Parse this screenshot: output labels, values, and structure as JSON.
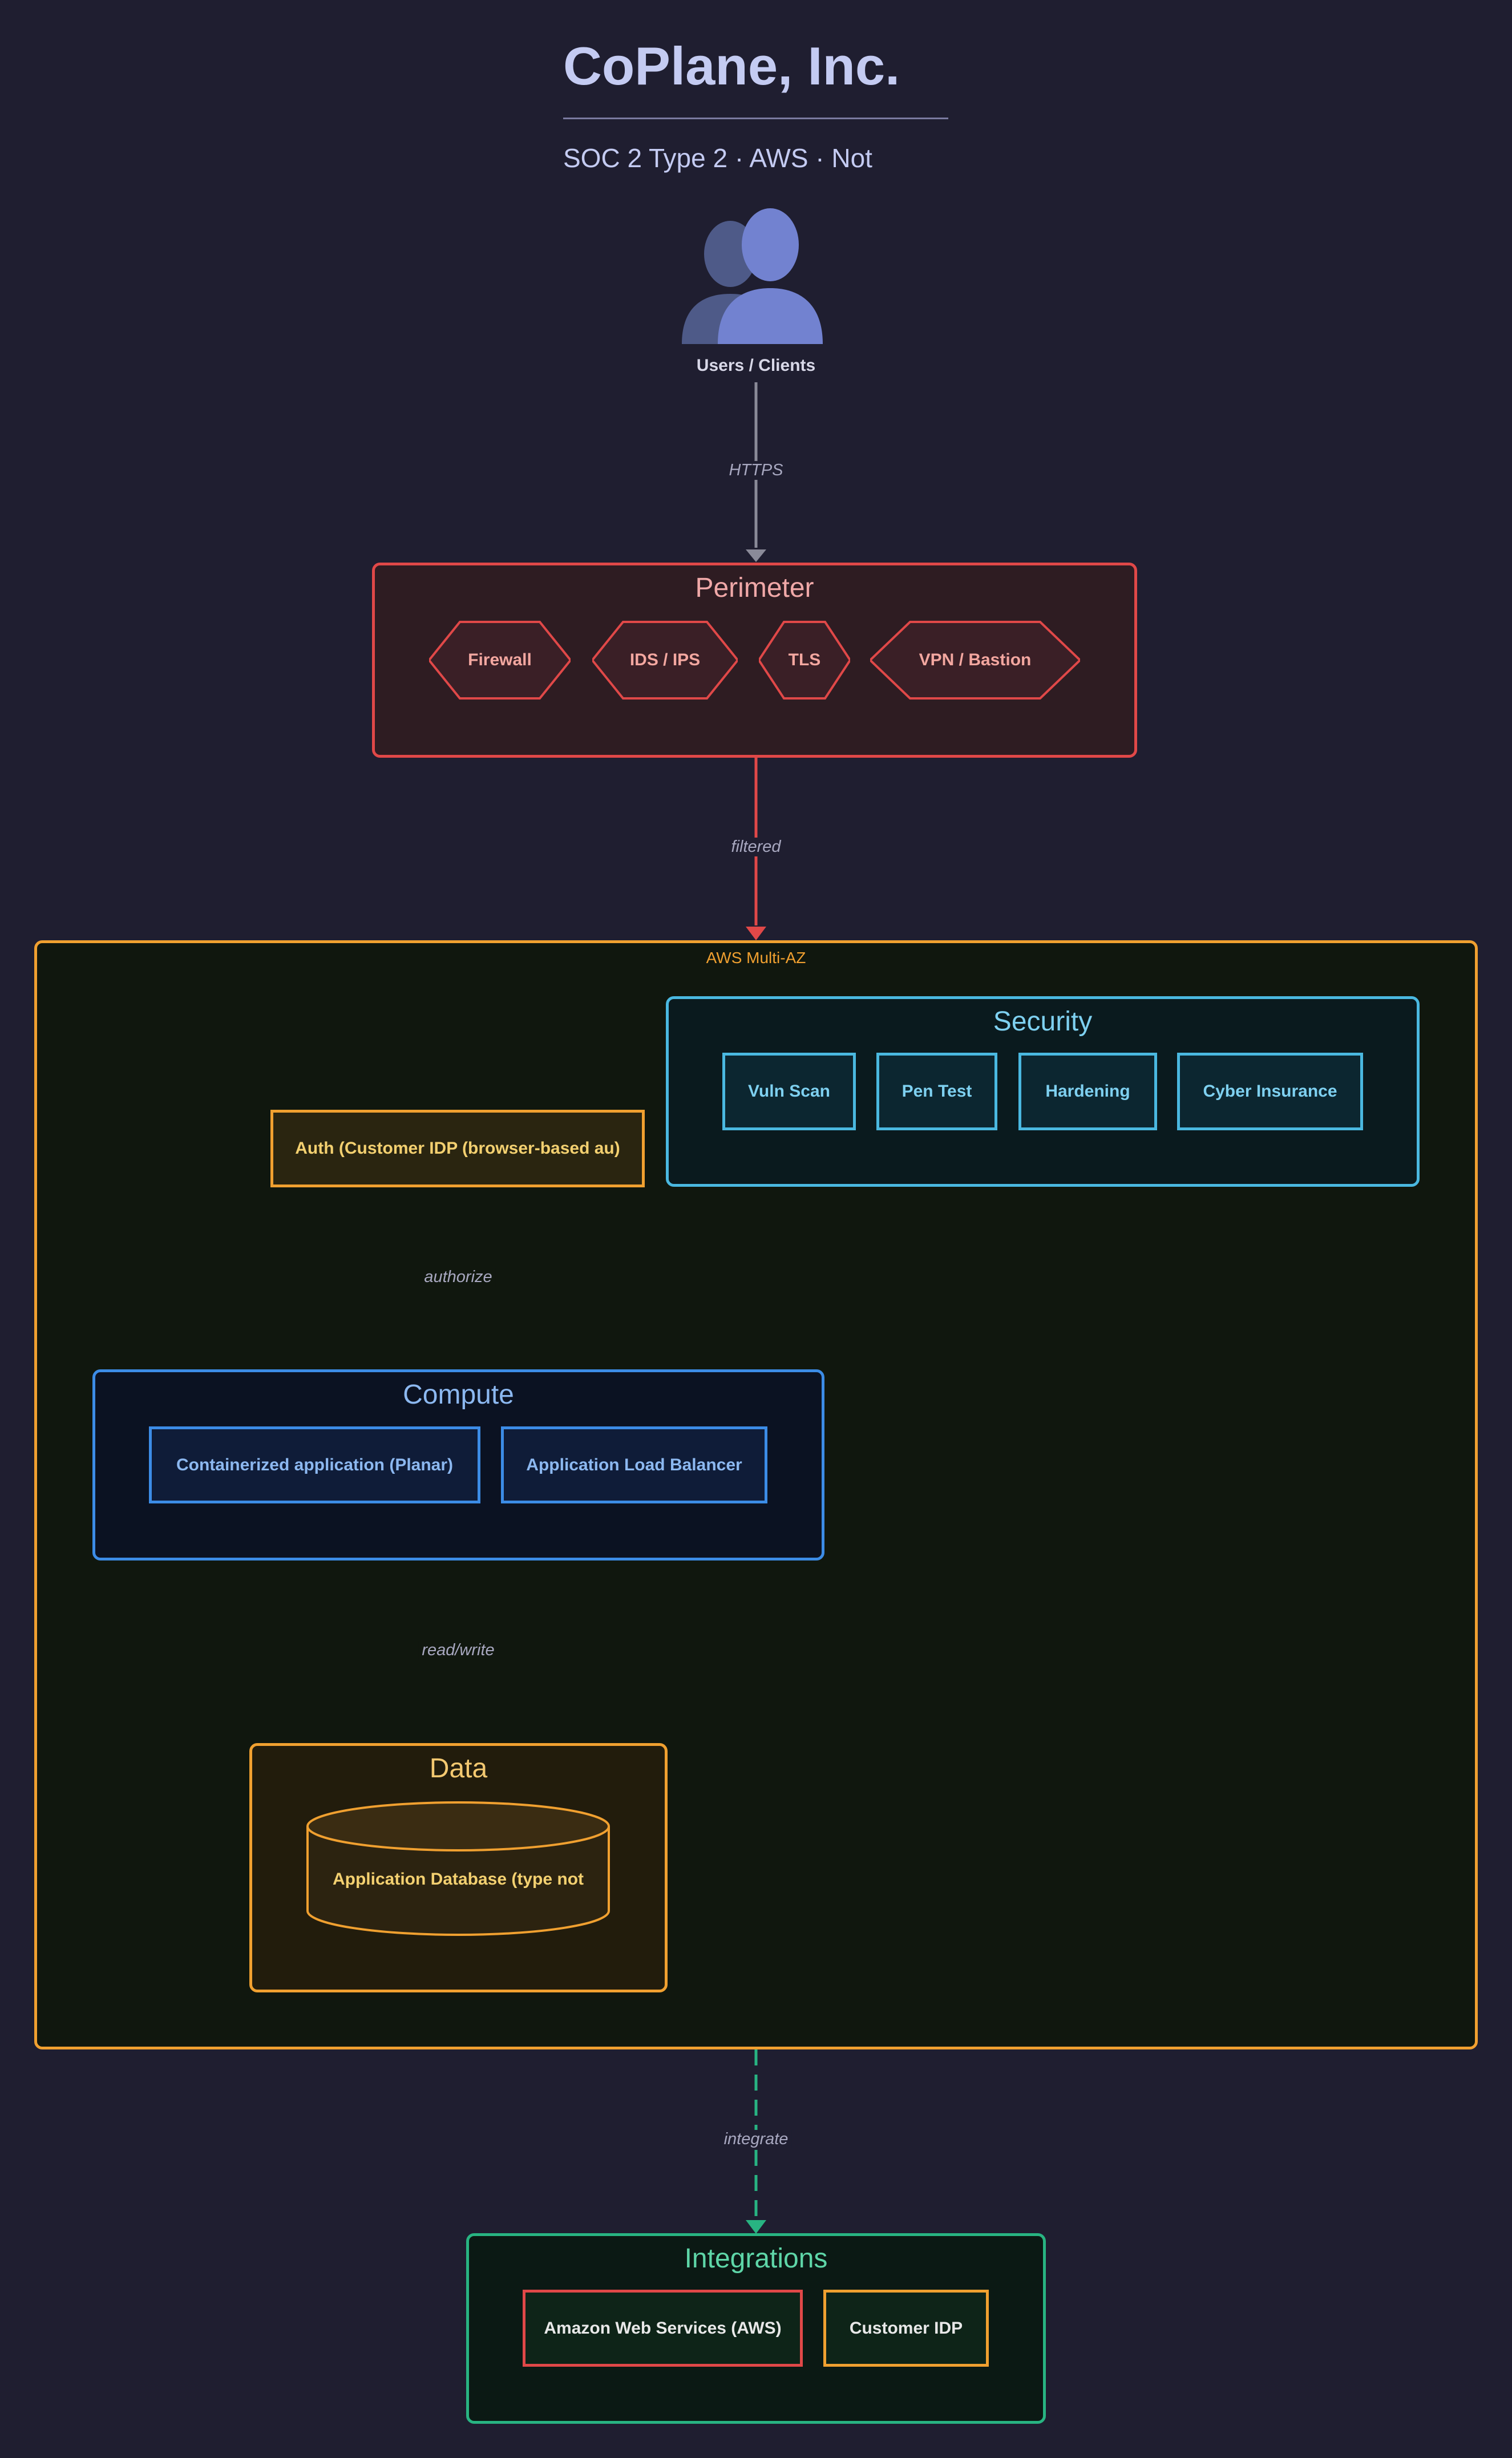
{
  "header": {
    "title": "CoPlane, Inc.",
    "subtitle": "SOC 2 Type 2 · AWS · Not"
  },
  "users": {
    "icon": "users-icon",
    "label": "Users / Clients"
  },
  "edges": {
    "users_to_perimeter": "HTTPS",
    "perimeter_to_cloud": "filtered",
    "auth_to_compute": "authorize",
    "compute_to_data": "read/write",
    "cloud_to_integrations": "integrate"
  },
  "perimeter": {
    "title": "Perimeter",
    "items": [
      "Firewall",
      "IDS / IPS",
      "TLS",
      "VPN / Bastion"
    ]
  },
  "cloud": {
    "label": "AWS Multi-AZ"
  },
  "security": {
    "title": "Security",
    "items": [
      "Vuln Scan",
      "Pen Test",
      "Hardening",
      "Cyber Insurance"
    ]
  },
  "auth": {
    "label": "Auth (Customer IDP (browser-based au)"
  },
  "compute": {
    "title": "Compute",
    "items": [
      "Containerized application (Planar)",
      "Application Load Balancer"
    ]
  },
  "data": {
    "title": "Data",
    "database": "Application Database (type not"
  },
  "integrations": {
    "title": "Integrations",
    "items": [
      "Amazon Web Services (AWS)",
      "Customer IDP"
    ]
  },
  "colors": {
    "background": "#1f1e30",
    "perimeter": "#e04848",
    "cloud": "#f0a030",
    "security": "#4ab8e0",
    "compute": "#3c8ce6",
    "data": "#f0a030",
    "integrations": "#28b482"
  }
}
